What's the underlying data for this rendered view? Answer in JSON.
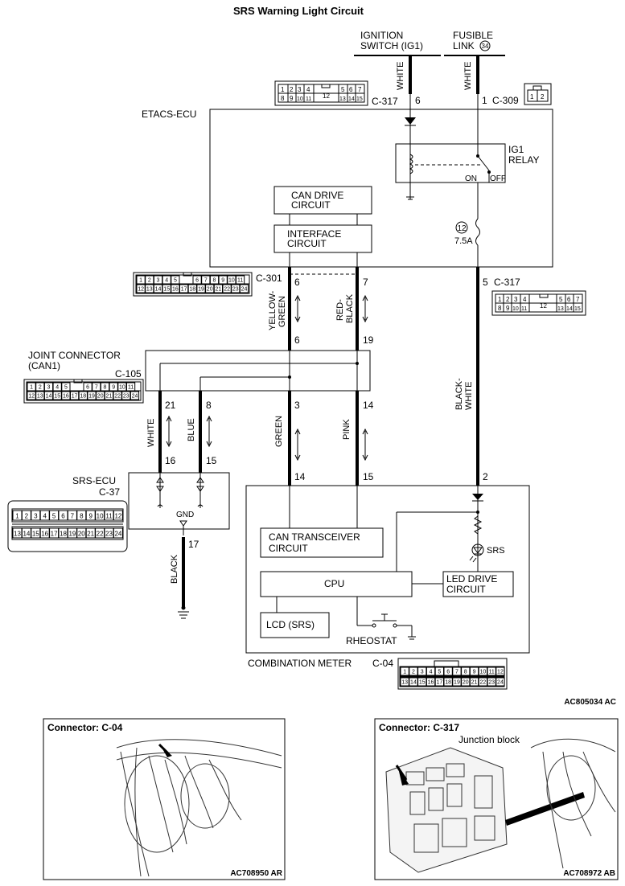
{
  "title": "SRS Warning Light Circuit",
  "ref_main": "AC805034 AC",
  "ignition": {
    "line1": "IGNITION",
    "line2": "SWITCH (IG1)"
  },
  "fusible": {
    "line1": "FUSIBLE",
    "line2": "LINK",
    "num": "34"
  },
  "etacs": {
    "name": "ETACS-ECU",
    "can_drive_1": "CAN DRIVE",
    "can_drive_2": "CIRCUIT",
    "interface_1": "INTERFACE",
    "interface_2": "CIRCUIT",
    "relay_1": "IG1",
    "relay_2": "RELAY",
    "on": "ON",
    "off": "OFF",
    "fuse_num": "12",
    "fuse_rating": "7.5A"
  },
  "connectors": {
    "c317": "C-317",
    "c309": "C-309",
    "c301": "C-301",
    "c105": "C-105",
    "c37": "C-37",
    "c04": "C-04",
    "c317_center": "12"
  },
  "pins": {
    "p6": "6",
    "p1": "1",
    "p5": "5",
    "p7": "7",
    "p19": "19",
    "p21": "21",
    "p8": "8",
    "p3": "3",
    "p14": "14",
    "p16": "16",
    "p15": "15",
    "p2": "2",
    "p17": "17"
  },
  "wires": {
    "white": "WHITE",
    "yellow_green_1": "YELLOW-",
    "yellow_green_2": "GREEN",
    "red_black_1": "RED-",
    "red_black_2": "BLACK",
    "black_white_1": "BLACK-",
    "black_white_2": "WHITE",
    "blue": "BLUE",
    "green": "GREEN",
    "pink": "PINK",
    "black": "BLACK"
  },
  "joint": {
    "line1": "JOINT CONNECTOR",
    "line2": "(CAN1)"
  },
  "srs_ecu": {
    "name": "SRS-ECU",
    "gnd": "GND"
  },
  "combination_meter": {
    "name": "COMBINATION METER",
    "can_transceiver_1": "CAN TRANSCEIVER",
    "can_transceiver_2": "CIRCUIT",
    "cpu": "CPU",
    "led_drive_1": "LED DRIVE",
    "led_drive_2": "CIRCUIT",
    "lcd": "LCD (SRS)",
    "rheostat": "RHEOSTAT",
    "srs": "SRS"
  },
  "conn_grids": {
    "c317_top": [
      "1",
      "2",
      "3",
      "4",
      "5",
      "6",
      "7",
      "8",
      "9",
      "10",
      "11",
      "13",
      "14",
      "15"
    ],
    "c309": [
      "1",
      "2"
    ],
    "c301_top": [
      "1",
      "2",
      "3",
      "4",
      "5",
      "6",
      "7",
      "8",
      "9",
      "10",
      "11"
    ],
    "c301_bottom": [
      "12",
      "13",
      "14",
      "15",
      "16",
      "17",
      "18",
      "19",
      "20",
      "21",
      "22",
      "23",
      "24"
    ],
    "c105_top": [
      "1",
      "2",
      "3",
      "4",
      "5",
      "6",
      "7",
      "8",
      "9",
      "10",
      "11"
    ],
    "c105_bottom": [
      "12",
      "13",
      "14",
      "15",
      "16",
      "17",
      "18",
      "19",
      "20",
      "21",
      "22",
      "23",
      "24"
    ],
    "c37_top": [
      "1",
      "2",
      "3",
      "4",
      "5",
      "6",
      "7",
      "8",
      "9",
      "10",
      "11",
      "12"
    ],
    "c37_bottom": [
      "13",
      "14",
      "15",
      "16",
      "17",
      "18",
      "19",
      "20",
      "21",
      "22",
      "23",
      "24"
    ],
    "c04_top": [
      "1",
      "2",
      "3",
      "4",
      "5",
      "6",
      "7",
      "8",
      "9",
      "10",
      "11",
      "12"
    ],
    "c04_bottom": [
      "13",
      "14",
      "15",
      "16",
      "17",
      "18",
      "19",
      "20",
      "21",
      "22",
      "23",
      "24"
    ]
  },
  "inset_left": {
    "title": "Connector: C-04",
    "ref": "AC708950 AR"
  },
  "inset_right": {
    "title": "Connector: C-317",
    "sub": "Junction block",
    "ref": "AC708972 AB"
  }
}
